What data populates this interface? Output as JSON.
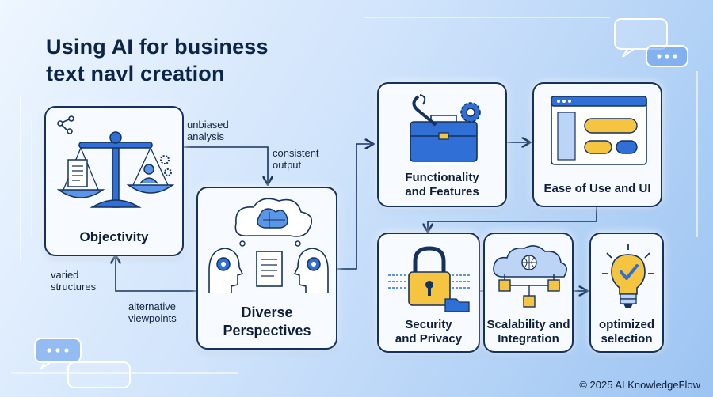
{
  "title": {
    "line1": "Using AI for business",
    "line2": "text navl creation"
  },
  "nodes": {
    "objectivity": "Objectivity",
    "diverse": {
      "line1": "Diverse",
      "line2": "Perspectives"
    },
    "functionality": {
      "line1": "Functionality",
      "line2": "and Features"
    },
    "ease": "Ease of Use and UI",
    "security": {
      "line1": "Security",
      "line2": "and Privacy"
    },
    "scalability": {
      "line1": "Scalability and",
      "line2": "Integration"
    },
    "optimized": {
      "line1": "optimized",
      "line2": "selection"
    }
  },
  "edge_labels": {
    "unbiased": {
      "line1": "unbiased",
      "line2": "analysis"
    },
    "consistent": {
      "line1": "consistent",
      "line2": "output"
    },
    "varied": {
      "line1": "varied",
      "line2": "structures"
    },
    "alternative": {
      "line1": "alternative",
      "line2": "viewpoints"
    }
  },
  "footer": {
    "copyright": "© 2025 AI KnowledgeFlow"
  },
  "colors": {
    "dark": "#16325c",
    "accent_blue": "#2f6fd6",
    "accent_yellow": "#f5c542",
    "background": "#cfe3fb"
  }
}
